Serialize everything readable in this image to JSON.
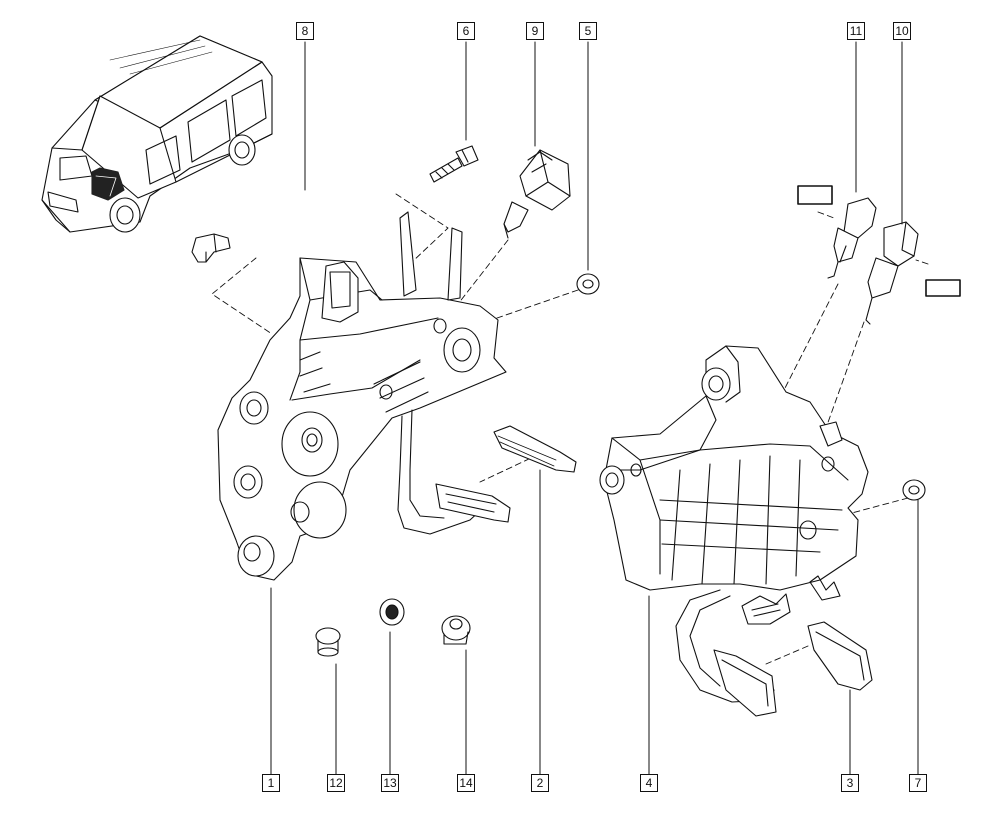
{
  "callouts": {
    "c1": "1",
    "c2": "2",
    "c3": "3",
    "c4": "4",
    "c5": "5",
    "c6": "6",
    "c7": "7",
    "c8": "8",
    "c9": "9",
    "c10": "10",
    "c11": "11",
    "c12": "12",
    "c13": "13",
    "c14": "14"
  },
  "colors": {
    "line": "#111111",
    "paper": "#ffffff",
    "shade": "#d9d9d9",
    "dark": "#222222"
  }
}
